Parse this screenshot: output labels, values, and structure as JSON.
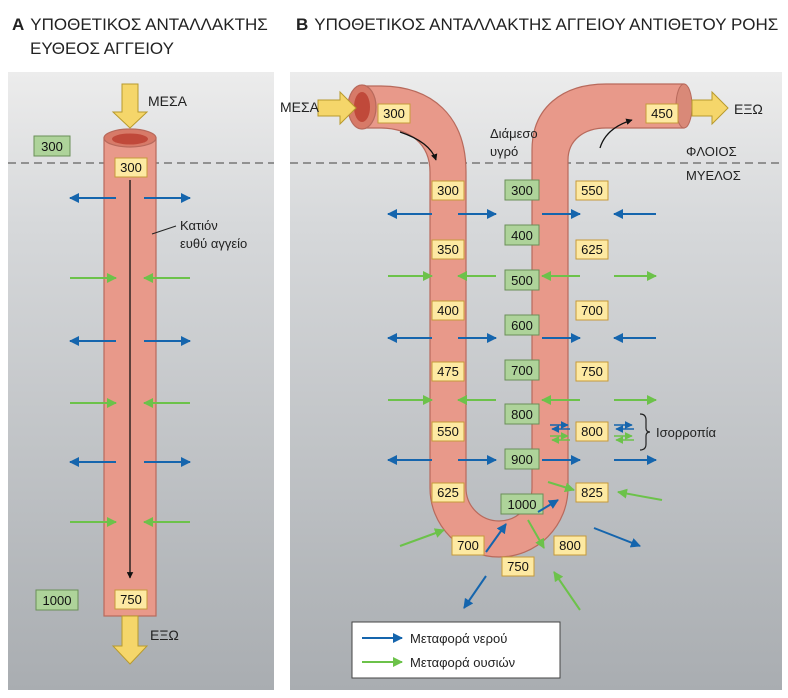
{
  "panel_a": {
    "letter": "A",
    "title_line1": "ΥΠΟΘΕΤΙΚΟΣ ΑΝΤΑΛΛΑΚΤΗΣ",
    "title_line2": "ΕΥΘΕΟΣ ΑΓΓΕΙΟΥ",
    "in_label": "ΜΕΣΑ",
    "out_label": "ΕΞΩ",
    "vessel_label_line1": "Κατιόν",
    "vessel_label_line2": "ευθύ αγγείο",
    "top_value": "300",
    "bottom_value": "750",
    "interstitial_top": "300",
    "interstitial_bottom": "1000"
  },
  "panel_b": {
    "letter": "B",
    "title": "ΥΠΟΘΕΤΙΚΟΣ ΑΝΤΑΛΛΑΚΤΗΣ ΑΓΓΕΙΟΥ ΑΝΤΙΘΕΤΟΥ ΡΟΗΣ",
    "in_label": "ΜΕΣΑ",
    "out_label": "ΕΞΩ",
    "interstitial_label_line1": "Διάμεσο",
    "interstitial_label_line2": "υγρό",
    "cortex_label": "ΦΛΟΙΟΣ",
    "medulla_label": "ΜΥΕΛΟΣ",
    "equilibrium_label": "Ισορροπία",
    "entry_value": "300",
    "exit_value": "450",
    "descending_values": [
      "300",
      "350",
      "400",
      "475",
      "550",
      "625"
    ],
    "interstitial_values": [
      "300",
      "400",
      "500",
      "600",
      "700",
      "800",
      "900",
      "1000"
    ],
    "ascending_values": [
      "550",
      "625",
      "700",
      "750",
      "800",
      "825"
    ],
    "bend_values": [
      "700",
      "750",
      "800"
    ]
  },
  "legend": {
    "water": "Μεταφορά νερού",
    "solute": "Μεταφορά ουσιών"
  },
  "colors": {
    "panel_bg": "#d4d6d8",
    "vessel": "#e8998a",
    "vessel_edge": "#b86a5c",
    "label_box": "#fde9a2",
    "interstitial_box": "#aed39a",
    "water_arrow": "#1565ad",
    "solute_arrow": "#6cc24a",
    "flow_arrow": "#f5d66a"
  }
}
